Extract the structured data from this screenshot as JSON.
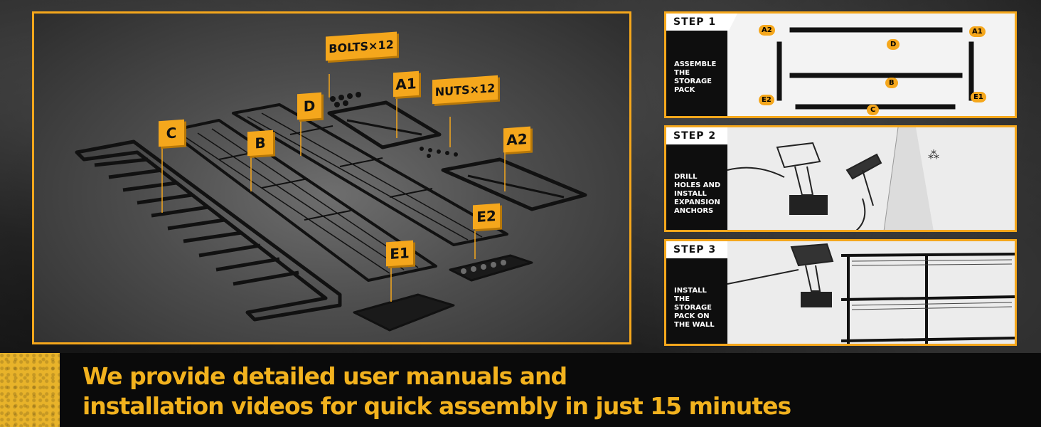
{
  "labels": {
    "bolts": "BOLTS×12",
    "nuts": "NUTS×12",
    "a1": "A1",
    "a2": "A2",
    "b": "B",
    "c": "C",
    "d": "D",
    "e1": "E1",
    "e2": "E2"
  },
  "steps": [
    {
      "label": "STEP 1",
      "description": "ASSEMBLE THE STORAGE PACK"
    },
    {
      "label": "STEP 2",
      "description": "DRILL HOLES AND INSTALL EXPANSION ANCHORS"
    },
    {
      "label": "STEP 3",
      "description": "INSTALL THE STORAGE PACK ON THE WALL"
    }
  ],
  "step1_badges": {
    "a2": "A2",
    "a1": "A1",
    "d": "D",
    "b": "B",
    "c": "C",
    "e2": "E2",
    "e1": "E1"
  },
  "tagline": {
    "line1": "We provide detailed user manuals and",
    "line2": "installation videos for quick assembly in just 15 minutes"
  },
  "colors": {
    "accent": "#f5a71c",
    "tagline": "#f2b21e",
    "band": "#0a0a0a"
  }
}
